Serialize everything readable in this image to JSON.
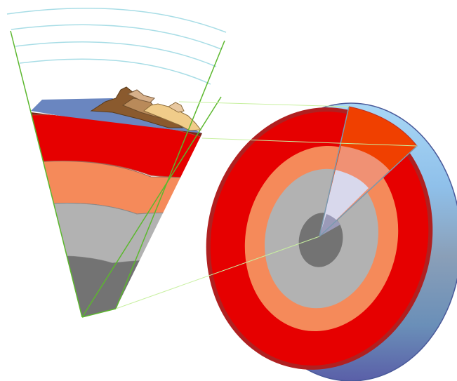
{
  "diagram": {
    "subject": "earth-interior-layers",
    "layers": [
      {
        "id": "crust",
        "color": "#7b5a3a"
      },
      {
        "id": "upper-mantle",
        "color": "#e60000"
      },
      {
        "id": "lower-mantle",
        "color": "#f58a5a"
      },
      {
        "id": "outer-core",
        "color": "#b2b2b2"
      },
      {
        "id": "inner-core",
        "color": "#737373"
      }
    ],
    "cutaway_color": "#f04000",
    "guide_line_color": "#c8f0a0",
    "wedge_outline_color": "#5cb82e",
    "atmosphere_arc_color": "#a8dde6",
    "ocean_color": "#6a86c0"
  }
}
